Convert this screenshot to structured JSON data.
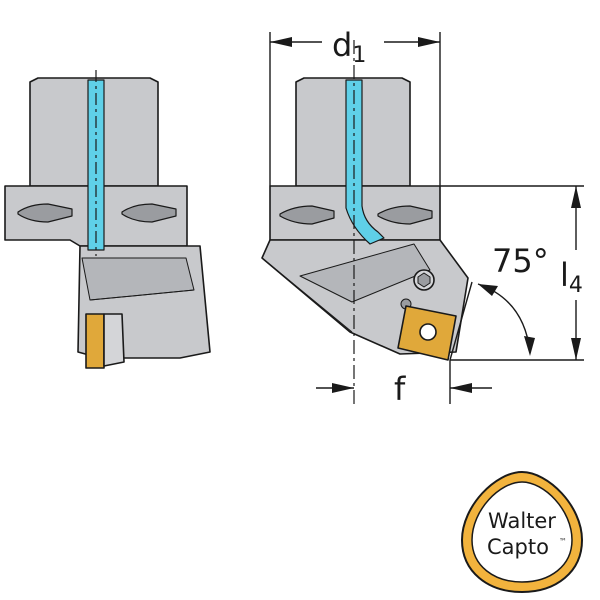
{
  "dimensions": {
    "d1_main": "d",
    "d1_sub": "1",
    "l4_main": "l",
    "l4_sub": "4",
    "angle": "75°",
    "f": "f"
  },
  "badge": {
    "line1": "Walter",
    "line2": "Capto",
    "trademark": "™"
  },
  "colors": {
    "body_gray": "#c8c9cc",
    "dark_gray": "#9a9ca0",
    "coolant_blue": "#5fd0e8",
    "insert_gold": "#e0a83a",
    "badge_gold": "#f2b33d",
    "line": "#1a1a1a"
  }
}
